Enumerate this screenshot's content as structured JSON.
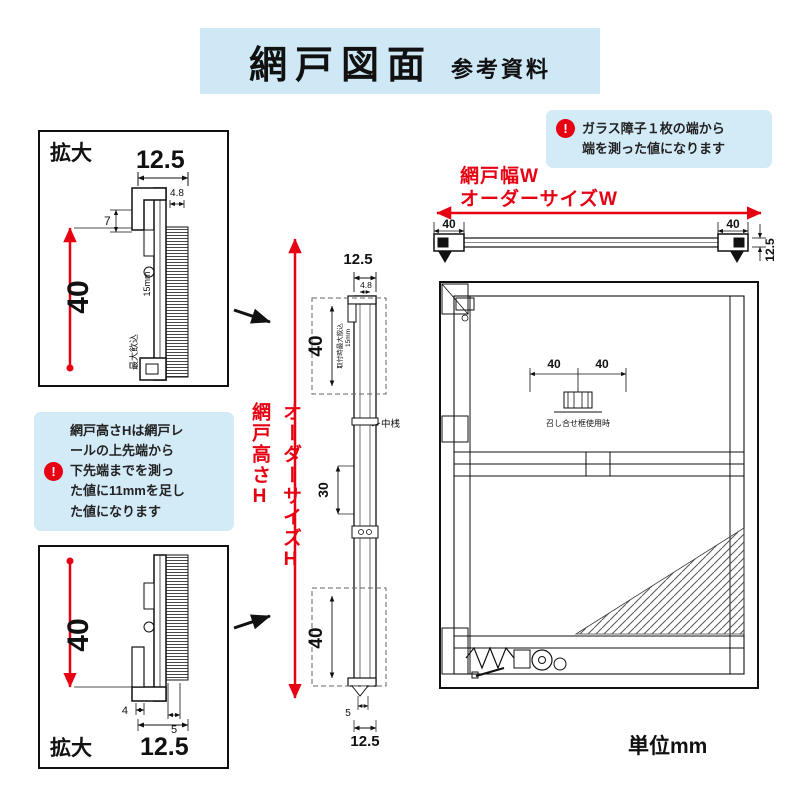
{
  "header": {
    "title": "網戸図面",
    "subtitle": "参考資料"
  },
  "unit_label": "単位mm",
  "colors": {
    "accent": "#e60012",
    "panel": "#cfe8f6",
    "ink": "#111111"
  },
  "notes": {
    "width": {
      "icon": "!",
      "text": "ガラス障子１枚の端から\n端を測った値になります"
    },
    "height": {
      "icon": "!",
      "text": "網戸高さHは網戸レ\nールの上先端から\n下先端までを測っ\nた値に11mmを足し\nた値になります"
    }
  },
  "width_axis": {
    "line1": "網戸幅W",
    "line2": "オーダーサイズW"
  },
  "height_axis": {
    "line1": "網戸高さH",
    "line2": "オーダーサイズH"
  },
  "detail_top": {
    "title": "拡大",
    "d125": "12.5",
    "d48": "4.8",
    "d7": "7",
    "d40": "40",
    "d15": "15mm",
    "engage": "最大飲込"
  },
  "detail_bottom": {
    "title": "拡大",
    "d125": "12.5",
    "d40": "40",
    "d4": "4",
    "d5": "5"
  },
  "center": {
    "d125_top": "12.5",
    "d48": "4.8",
    "d40_top": "40",
    "engage": "取付時最大飲込",
    "d15": "15mm",
    "d30": "30",
    "d40_bottom": "40",
    "d5": "5",
    "d125_bottom": "12.5",
    "mid_rail": "中桟"
  },
  "top_rail": {
    "d40_left": "40",
    "d40_right": "40",
    "d125": "12.5"
  },
  "elevation": {
    "d40_left": "40",
    "d40_right": "40",
    "meeting": "召し合せ框使用時"
  }
}
